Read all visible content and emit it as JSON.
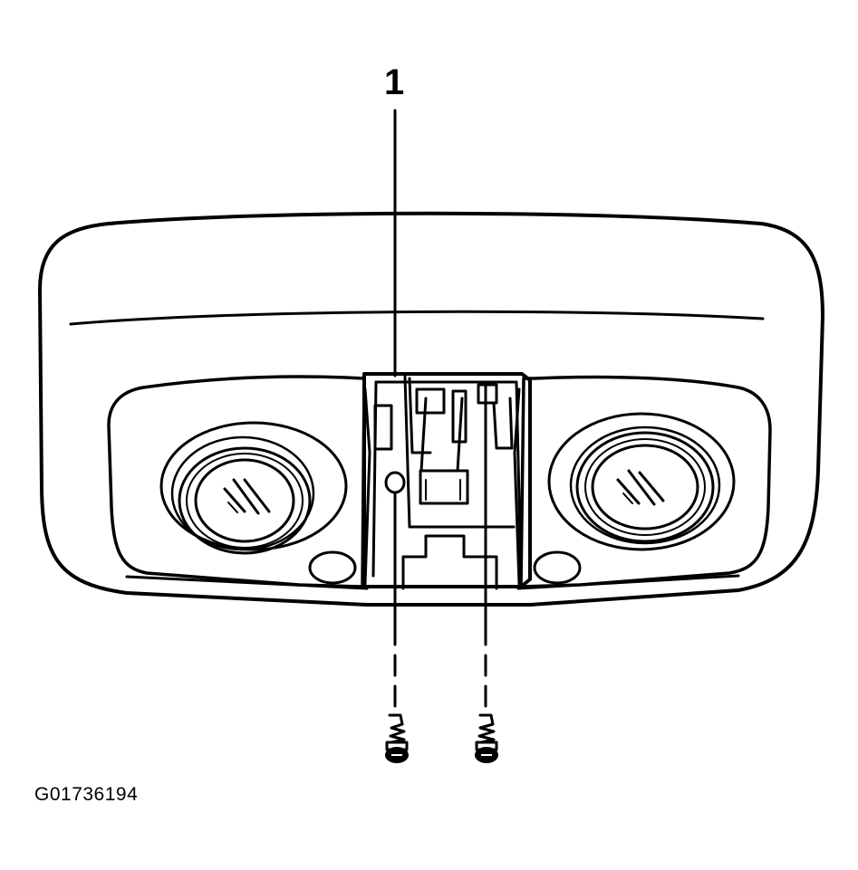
{
  "diagram": {
    "callout_number": "1",
    "figure_id": "G01736194",
    "parts": {
      "housing": "overhead-console-housing",
      "left_lamp": "left-reading-lamp-lens",
      "right_lamp": "right-reading-lamp-lens",
      "center_bracket": "center-mounting-bracket",
      "fasteners": [
        "left-screw",
        "right-screw"
      ]
    },
    "colors": {
      "ink": "#000000",
      "background": "#ffffff"
    }
  }
}
